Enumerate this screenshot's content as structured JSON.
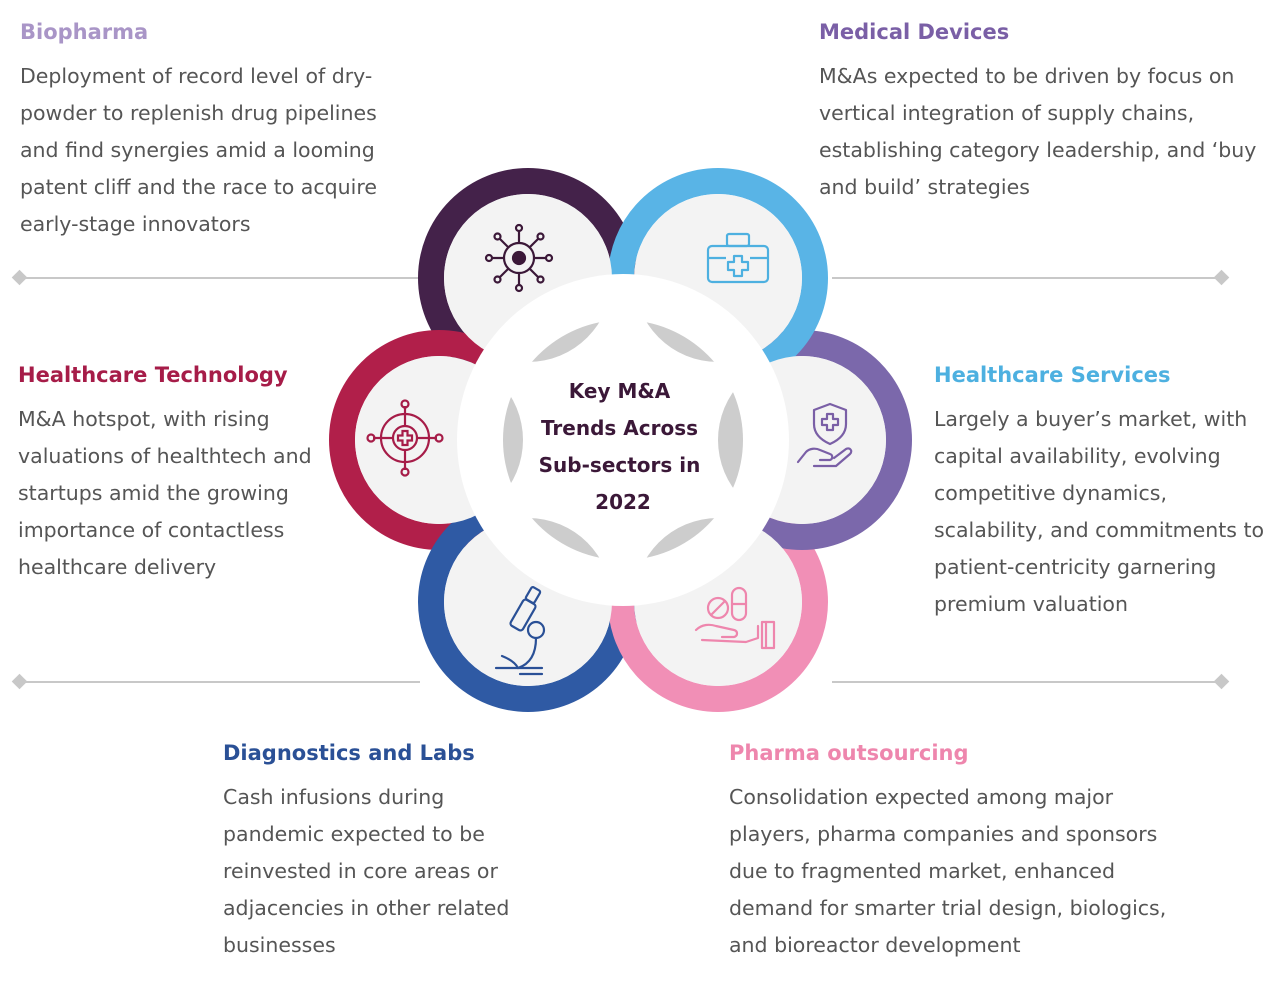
{
  "center": {
    "lines": [
      "Key M&A",
      "Trends Across",
      "Sub-sectors in",
      "2022"
    ],
    "color": "#3b1838"
  },
  "sectors": [
    {
      "id": "biopharma",
      "title": "Biopharma",
      "color": "#a995c7",
      "ring_color": "#44224a",
      "icon": "virus-icon",
      "text": "Deployment of record level of dry-powder to replenish drug pipelines and find synergies amid a looming patent cliff and the race to acquire early-stage innovators"
    },
    {
      "id": "medical-devices",
      "title": "Medical Devices",
      "color": "#7a5fa6",
      "ring_color": "#59b4e6",
      "icon": "medical-kit-icon",
      "text": "M&As expected to be driven by focus on vertical integration of supply chains, establishing category leadership, and ‘buy and build’ strategies"
    },
    {
      "id": "healthcare-technology",
      "title": "Healthcare Technology",
      "color": "#a61c48",
      "ring_color": "#b11f4a",
      "icon": "crosshair-medical-icon",
      "text": "M&A hotspot, with rising valuations of healthtech and startups amid the growing importance of contactless healthcare delivery"
    },
    {
      "id": "healthcare-services",
      "title": "Healthcare Services",
      "color": "#4db0e0",
      "ring_color": "#7b68ab",
      "icon": "shield-hand-icon",
      "text": "Largely a buyer’s market, with capital availability, evolving competitive dynamics, scalability, and commitments to patient-centricity garnering premium valuation"
    },
    {
      "id": "diagnostics-labs",
      "title": "Diagnostics and Labs",
      "color": "#2a5096",
      "ring_color": "#2f5aa4",
      "icon": "microscope-icon",
      "text": "Cash infusions during pandemic expected to be reinvested in core areas or adjacencies in other related businesses"
    },
    {
      "id": "pharma-outsourcing",
      "title": "Pharma outsourcing",
      "color": "#ee86ad",
      "ring_color": "#f18fb6",
      "icon": "pills-hand-icon",
      "text": "Consolidation expected among major players, pharma companies and sponsors due to fragmented market, enhanced demand for smarter trial design, biologics, and bioreactor development"
    }
  ],
  "colors": {
    "divider": "#c8c8c8",
    "petal_fill": "#f3f3f3",
    "overlap_fill": "#cdcdcd"
  }
}
